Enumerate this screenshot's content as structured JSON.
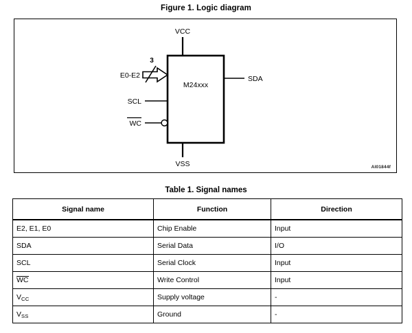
{
  "figure": {
    "caption": "Figure 1. Logic diagram",
    "reference_code": "AI01844f",
    "chip_label": "M24xxx",
    "pins": {
      "vcc": "VCC",
      "vss": "VSS",
      "sda": "SDA",
      "scl": "SCL",
      "bus": "E0-E2",
      "bus_width": "3",
      "wc": "WC"
    }
  },
  "table": {
    "caption": "Table 1. Signal names",
    "headers": [
      "Signal name",
      "Function",
      "Direction"
    ],
    "rows": [
      {
        "signal": "E2, E1, E0",
        "function": "Chip Enable",
        "direction": "Input"
      },
      {
        "signal": "SDA",
        "function": "Serial Data",
        "direction": "I/O"
      },
      {
        "signal": "SCL",
        "function": "Serial Clock",
        "direction": "Input"
      },
      {
        "signal": "WC",
        "function": "Write Control",
        "direction": "Input"
      },
      {
        "signal": "V",
        "signal_sub": "CC",
        "function": "Supply voltage",
        "direction": "-"
      },
      {
        "signal": "V",
        "signal_sub": "SS",
        "function": "Ground",
        "direction": "-"
      }
    ]
  }
}
